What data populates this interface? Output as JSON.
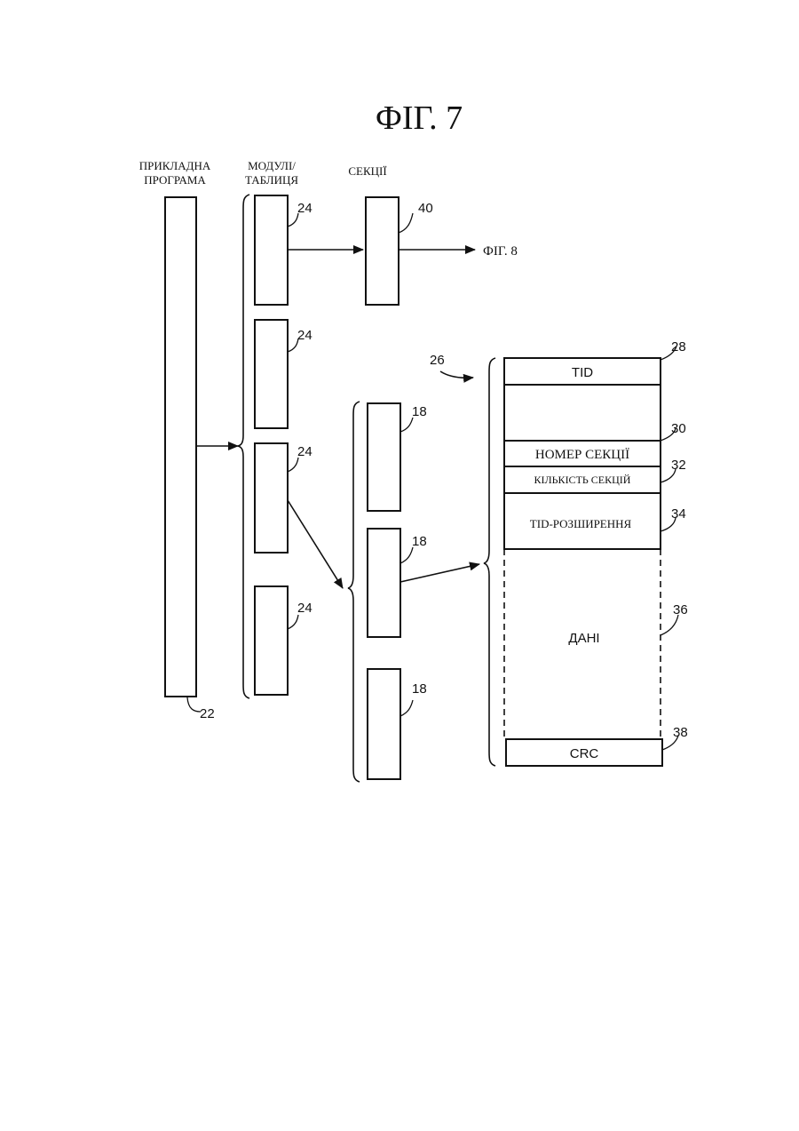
{
  "figure": {
    "title": "ФІГ. 7"
  },
  "columns": {
    "application_label_line1": "ПРИКЛАДНА",
    "application_label_line2": "ПРОГРАМА",
    "modules_label_line1": "МОДУЛІ/",
    "modules_label_line2": "ТАБЛИЦЯ",
    "sections_label": "СЕКЦІЇ"
  },
  "refs": {
    "application": "22",
    "module_1": "24",
    "module_2": "24",
    "module_3": "24",
    "module_4": "24",
    "section_top": "40",
    "subsection_1": "18",
    "subsection_2": "18",
    "subsection_3": "18",
    "structure": "26",
    "tid": "28",
    "section_number": "30",
    "section_count": "32",
    "tid_extension": "34",
    "data": "36",
    "crc": "38"
  },
  "crossref": {
    "label": "ФІГ. 8"
  },
  "fields": {
    "tid": "TID",
    "section_number": "НОМЕР СЕКЦІЇ",
    "section_count": "КІЛЬКІСТЬ СЕКЦІЙ",
    "tid_extension": "TID-РОЗШИРЕННЯ",
    "data": "ДАНІ",
    "crc": "CRC"
  }
}
